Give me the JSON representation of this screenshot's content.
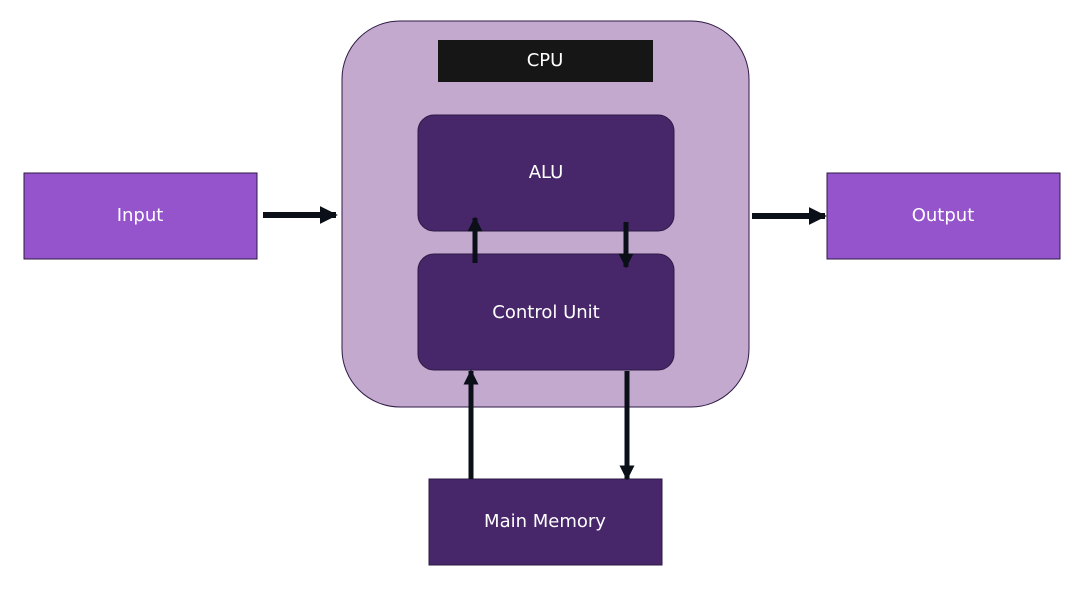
{
  "diagram": {
    "cpu": {
      "title": "CPU"
    },
    "alu": {
      "label": "ALU"
    },
    "control_unit": {
      "label": "Control Unit"
    },
    "input": {
      "label": "Input"
    },
    "output": {
      "label": "Output"
    },
    "main_memory": {
      "label": "Main Memory"
    }
  },
  "colors": {
    "cpu_fill": "#c3a9ce",
    "inner_box_fill": "#47276a",
    "io_box_fill": "#9554cc",
    "title_bar_fill": "#161616",
    "arrow_color": "#0a0f18",
    "outline": "#2e1a45"
  }
}
